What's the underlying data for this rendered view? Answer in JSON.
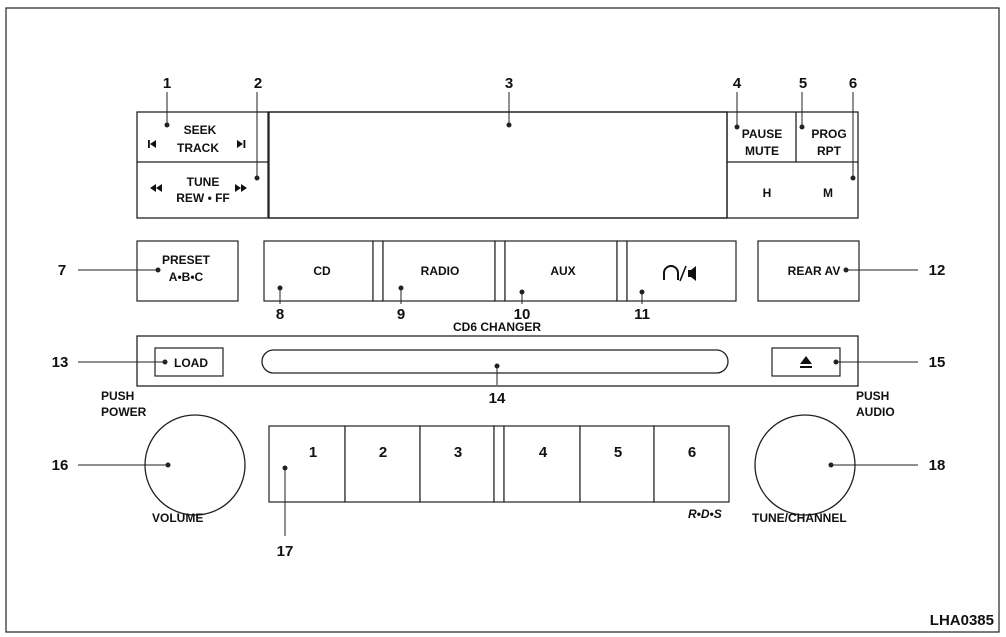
{
  "figure_id": "LHA0385",
  "top_panel": {
    "seek_line1": "SEEK",
    "seek_line2": "TRACK",
    "tune_line1": "TUNE",
    "tune_line2": "REW • FF",
    "pause_line1": "PAUSE",
    "pause_line2": "MUTE",
    "prog_line1": "PROG",
    "prog_line2": "RPT",
    "hour": "H",
    "minute": "M"
  },
  "mode_row": {
    "preset_line1": "PRESET",
    "preset_line2": "A•B•C",
    "cd": "CD",
    "radio": "RADIO",
    "aux": "AUX",
    "rear_av": "REAR AV"
  },
  "changer": {
    "title": "CD6 CHANGER",
    "load": "LOAD"
  },
  "knobs": {
    "push_power_line1": "PUSH",
    "push_power_line2": "POWER",
    "volume": "VOLUME",
    "push_audio_line1": "PUSH",
    "push_audio_line2": "AUDIO",
    "tune_channel": "TUNE/CHANNEL"
  },
  "presets": [
    "1",
    "2",
    "3",
    "4",
    "5",
    "6"
  ],
  "rds": "R•D•S",
  "callouts": [
    "1",
    "2",
    "3",
    "4",
    "5",
    "6",
    "7",
    "8",
    "9",
    "10",
    "11",
    "12",
    "13",
    "14",
    "15",
    "16",
    "17",
    "18"
  ],
  "icons": {
    "seek_back": "skip-back-icon",
    "seek_forward": "skip-forward-icon",
    "rewind": "rewind-icon",
    "fast_forward": "fast-forward-icon",
    "headphone_speaker": "headphone-speaker-icon",
    "eject": "eject-icon"
  }
}
